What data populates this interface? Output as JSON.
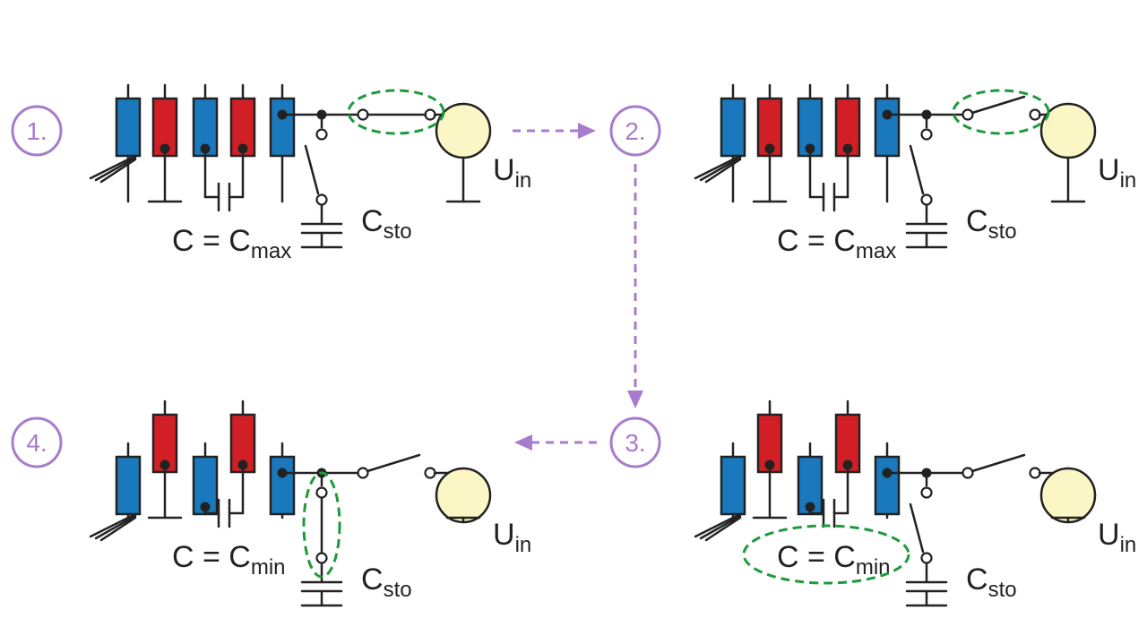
{
  "colors": {
    "blue": "#1a79bd",
    "red": "#d21f26",
    "wire": "#222222",
    "source_fill": "#fbf6c6",
    "highlight": "#1e9a3a",
    "step_arrow": "#a77ccd"
  },
  "steps": [
    {
      "label": "1."
    },
    {
      "label": "2."
    },
    {
      "label": "3."
    },
    {
      "label": "4."
    }
  ],
  "panels": [
    {
      "id": "panel-1",
      "step": "1.",
      "state": "C max, switch closed",
      "storage_label": {
        "main": "C",
        "sub": "sto"
      },
      "source_label": {
        "main": "U",
        "sub": "in"
      },
      "capacitance_label": {
        "main": "C = C",
        "sub": "max"
      },
      "highlight": "input switch"
    },
    {
      "id": "panel-2",
      "step": "2.",
      "state": "C max, switch open",
      "storage_label": {
        "main": "C",
        "sub": "sto"
      },
      "source_label": {
        "main": "U",
        "sub": "in"
      },
      "capacitance_label": {
        "main": "C = C",
        "sub": "max"
      },
      "highlight": "input switch"
    },
    {
      "id": "panel-3",
      "step": "3.",
      "state": "C min, both switches open",
      "storage_label": {
        "main": "C",
        "sub": "sto"
      },
      "source_label": {
        "main": "U",
        "sub": "in"
      },
      "capacitance_label": {
        "main": "C = C",
        "sub": "min"
      },
      "highlight": "capacitance label"
    },
    {
      "id": "panel-4",
      "step": "4.",
      "state": "C min, storage switch closed",
      "storage_label": {
        "main": "C",
        "sub": "sto"
      },
      "source_label": {
        "main": "U",
        "sub": "in"
      },
      "capacitance_label": {
        "main": "C = C",
        "sub": "min"
      },
      "highlight": "storage switch"
    }
  ]
}
